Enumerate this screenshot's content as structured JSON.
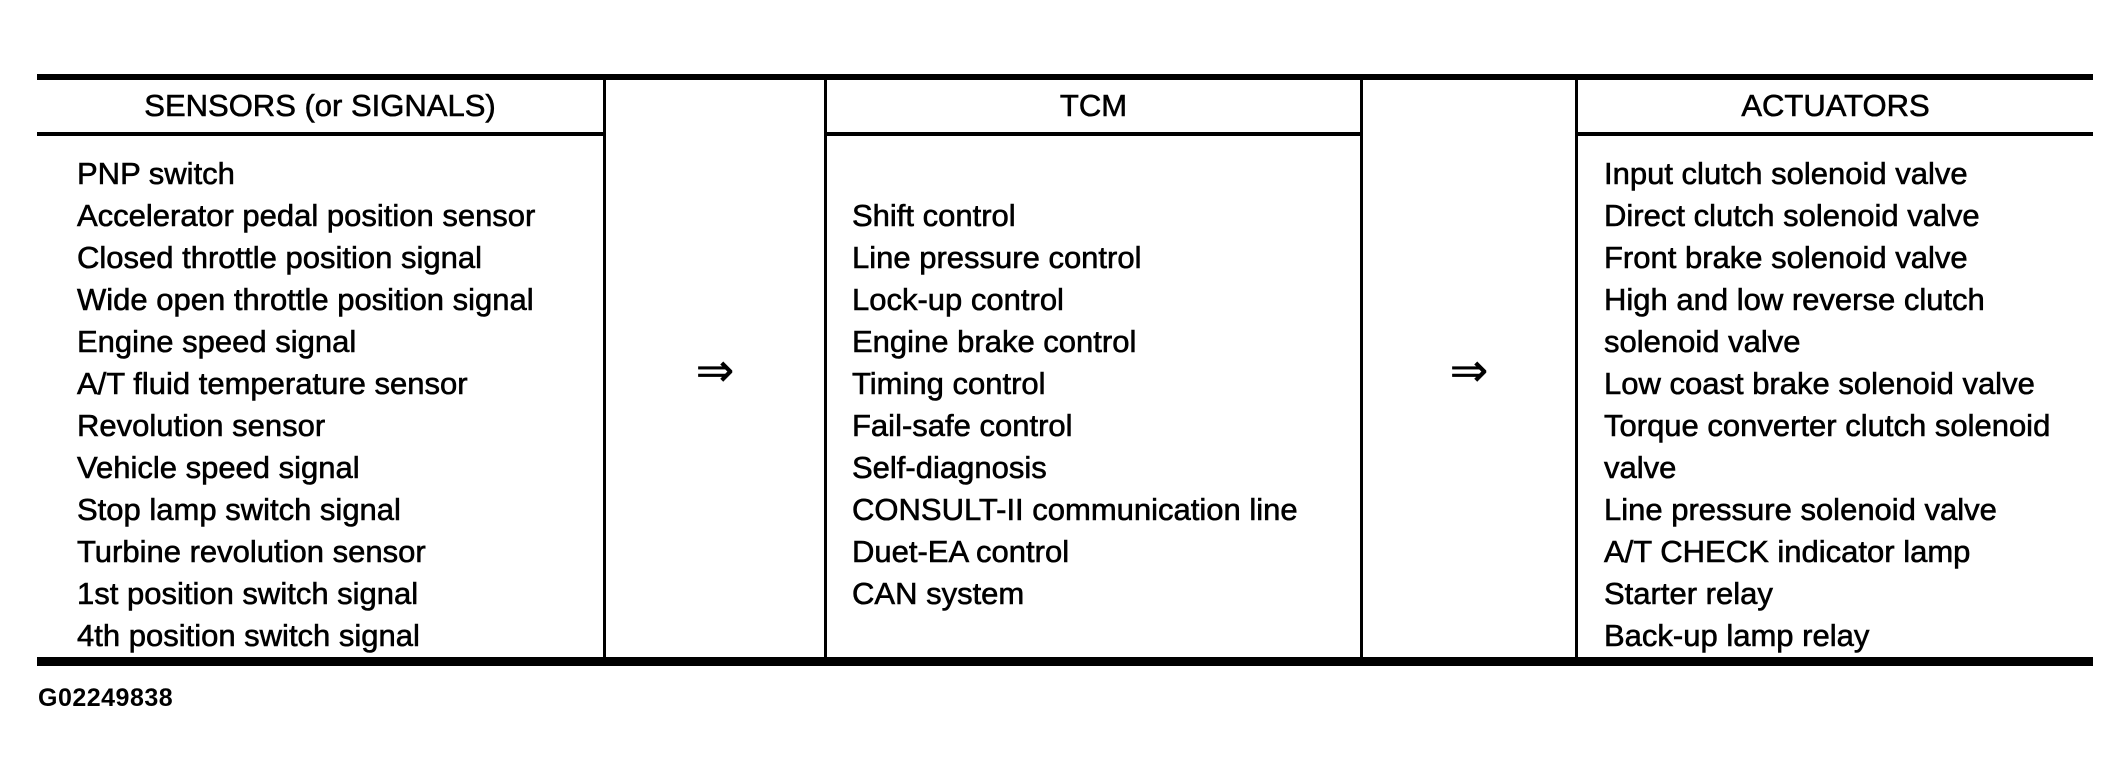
{
  "page": {
    "background": "#ffffff",
    "ink": "#000000"
  },
  "figure_code": "G02249838",
  "flow_arrow": "⇒",
  "table": {
    "columns": [
      {
        "id": "sensors",
        "header": "SENSORS (or SIGNALS)",
        "lines": [
          "PNP switch",
          "Accelerator pedal position sensor",
          "Closed throttle position signal",
          "Wide open throttle position signal",
          "Engine speed signal",
          "A/T fluid temperature sensor",
          "Revolution sensor",
          "Vehicle speed signal",
          "Stop lamp switch signal",
          "Turbine revolution sensor",
          "1st position switch signal",
          "4th position switch signal"
        ]
      },
      {
        "id": "tcm",
        "header": "TCM",
        "lines": [
          "Shift control",
          "Line pressure control",
          "Lock-up control",
          "Engine brake control",
          "Timing control",
          "Fail-safe control",
          "Self-diagnosis",
          "CONSULT-II communication line",
          "Duet-EA control",
          "CAN system"
        ]
      },
      {
        "id": "actuators",
        "header": "ACTUATORS",
        "lines": [
          "Input clutch solenoid valve",
          "Direct clutch solenoid valve",
          "Front brake solenoid valve",
          "High and low reverse clutch",
          "solenoid valve",
          "Low coast brake solenoid valve",
          "Torque converter clutch solenoid",
          "valve",
          "Line pressure solenoid valve",
          "A/T CHECK indicator lamp",
          "Starter relay",
          "Back-up lamp relay"
        ]
      }
    ]
  }
}
